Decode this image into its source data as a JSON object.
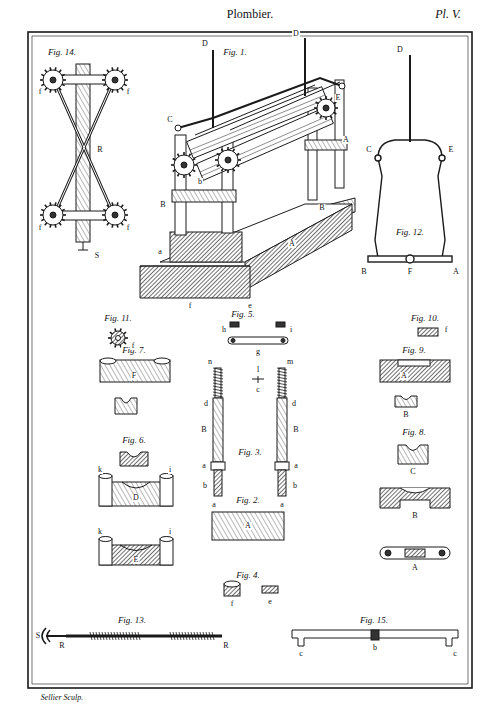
{
  "diagram": {
    "title": "Plombier.",
    "labels": [
      "Pl. V.",
      "Sellier Sculp.",
      "Fig. 14.",
      "Fig. 1.",
      "Fig. 12.",
      "Fig. 11.",
      "Fig. 5.",
      "Fig. 10.",
      "Fig. 7.",
      "Fig. 9.",
      "Fig. 3.",
      "Fig. 8.",
      "Fig. 6.",
      "Fig. 2.",
      "Fig. 4.",
      "Fig. 13.",
      "Fig. 15.",
      "D",
      "D",
      "C",
      "E",
      "A",
      "B",
      "B",
      "b",
      "a",
      "f",
      "e",
      "A",
      "D",
      "C",
      "E",
      "B",
      "F",
      "A",
      "f",
      "f",
      "f",
      "f",
      "R",
      "S",
      "h",
      "i",
      "g",
      "f",
      "f",
      "F",
      "A",
      "B",
      "C",
      "B",
      "A",
      "k",
      "D",
      "i",
      "k",
      "E",
      "i",
      "n",
      "m",
      "l",
      "c",
      "d",
      "d",
      "B",
      "B",
      "a",
      "a",
      "b",
      "b",
      "a",
      "a",
      "A",
      "f",
      "e",
      "S",
      "R",
      "R",
      "c",
      "b",
      "c"
    ]
  }
}
